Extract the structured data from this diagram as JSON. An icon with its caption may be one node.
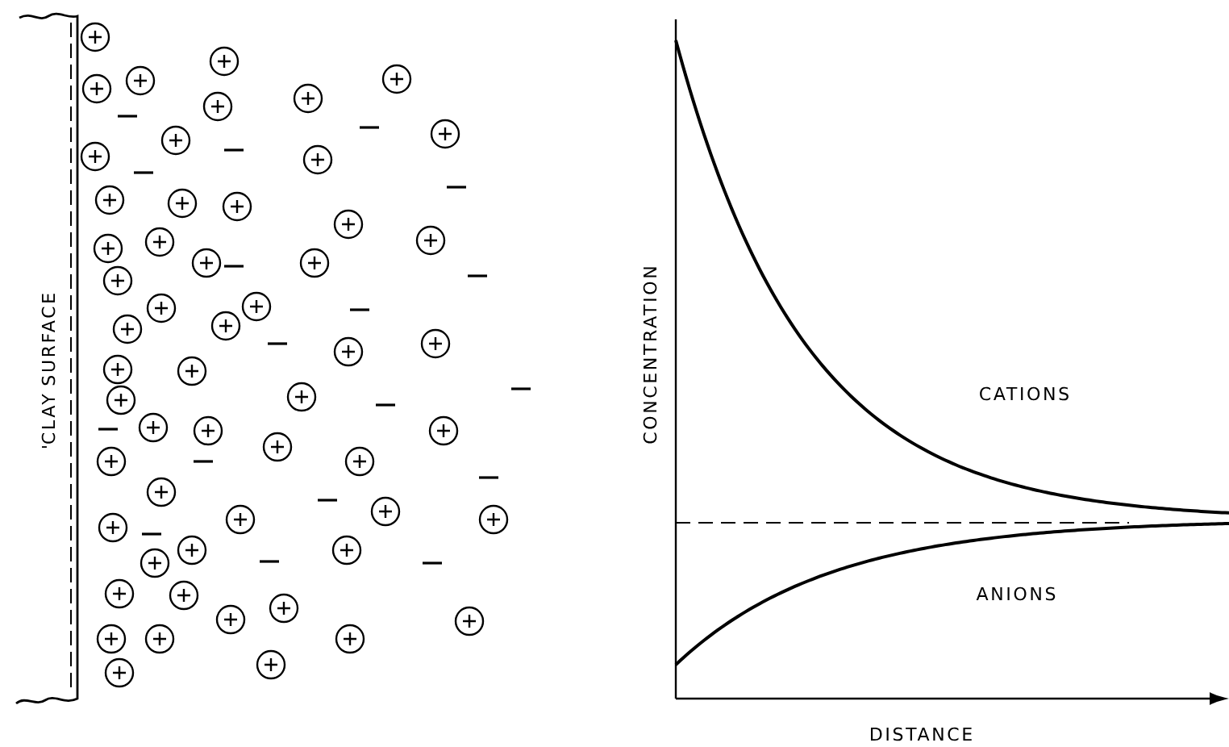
{
  "diagram": {
    "labels": [
      "'CLAY SURFACE",
      "CONCENTRATION",
      "CATIONS",
      "ANIONS",
      "DISTANCE"
    ]
  }
}
